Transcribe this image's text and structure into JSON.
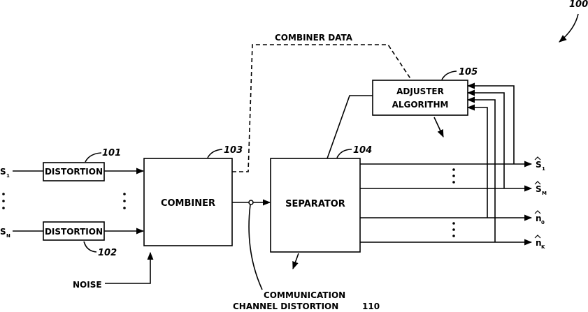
{
  "figure_number": "100",
  "blocks": {
    "distortion_1": {
      "label": "DISTORTION",
      "ref": "101"
    },
    "distortion_2": {
      "label": "DISTORTION",
      "ref": "102"
    },
    "combiner": {
      "label": "COMBINER",
      "ref": "103"
    },
    "separator": {
      "label": "SEPARATOR",
      "ref": "104"
    },
    "adjuster": {
      "label_line1": "ADJUSTER",
      "label_line2": "ALGORITHM",
      "ref": "105"
    }
  },
  "inputs": {
    "s1": {
      "base": "S",
      "sub": "1"
    },
    "sn": {
      "base": "S",
      "sub": "N"
    },
    "noise": "NOISE"
  },
  "outputs": {
    "s1_hat": {
      "base": "S",
      "sub": "1"
    },
    "sm_hat": {
      "base": "S",
      "sub": "M"
    },
    "n0_hat": {
      "base": "n",
      "sub": "0"
    },
    "nk_hat": {
      "base": "n",
      "sub": "K"
    }
  },
  "annotations": {
    "combiner_data": "COMBINER DATA",
    "channel_line1": "COMMUNICATION",
    "channel_line2": "CHANNEL DISTORTION",
    "channel_ref": "110"
  }
}
